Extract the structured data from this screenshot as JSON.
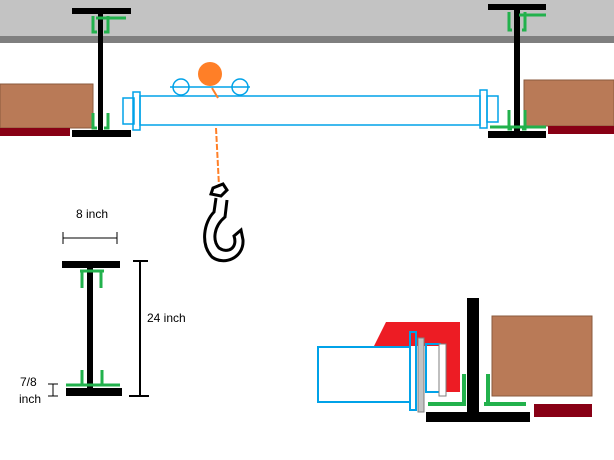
{
  "labels": {
    "width": "8 inch",
    "height": "24 inch",
    "flange_line1": "7/8",
    "flange_line2": "inch"
  },
  "colors": {
    "ceiling": "#c3c3c3",
    "ceiling_band": "#7f7f7f",
    "beam": "#000000",
    "clip": "#22b14c",
    "wall": "#b97a57",
    "sill": "#880015",
    "tube": "#00a2e8",
    "trolley_ball": "#ff7f27",
    "plate": "#ed1c24"
  }
}
